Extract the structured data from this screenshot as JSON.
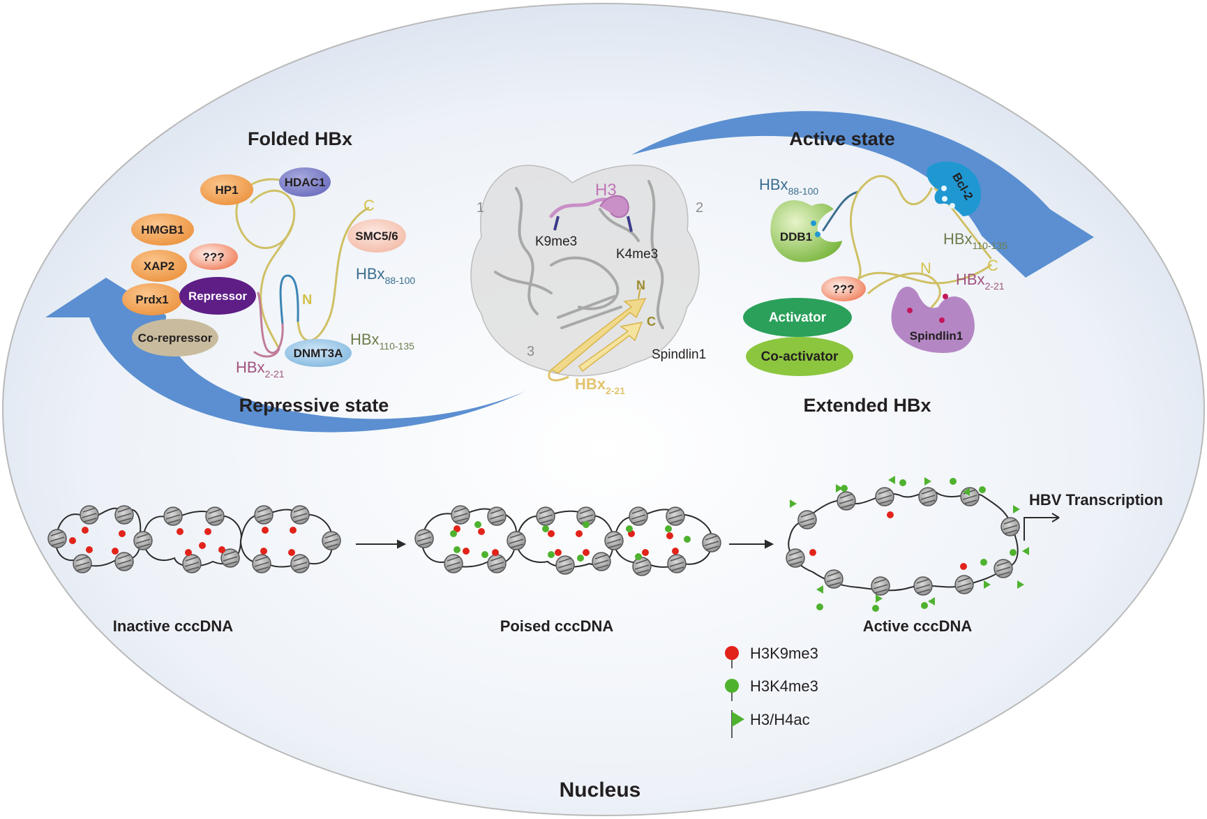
{
  "headings": {
    "folded": "Folded HBx",
    "repressive": "Repressive state",
    "active": "Active state",
    "extended": "Extended HBx",
    "nucleus": "Nucleus",
    "transcription": "HBV Transcription"
  },
  "left_proteins": {
    "hp1": "HP1",
    "hdac1": "HDAC1",
    "hmgb1": "HMGB1",
    "xap2": "XAP2",
    "unknown": "???",
    "prdx1": "Prdx1",
    "repressor": "Repressor",
    "corepressor": "Co-repressor",
    "smc56": "SMC5/6",
    "dnmt3a": "DNMT3A"
  },
  "hbx_labels": {
    "base": "HBx",
    "sub_88_100": "88-100",
    "sub_110_135": "110-135",
    "sub_2_21": "2-21",
    "c_term": "C",
    "n_term": "N"
  },
  "structure": {
    "h3": "H3",
    "k9me3": "K9me3",
    "k4me3": "K4me3",
    "spindlin1": "Spindlin1",
    "pocket1": "1",
    "pocket2": "2",
    "pocket3": "3",
    "n": "N",
    "c": "C"
  },
  "right_proteins": {
    "ddb1": "DDB1",
    "bcl2": "Bcl-2",
    "unknown": "???",
    "activator": "Activator",
    "coactivator": "Co-activator",
    "spindlin1": "Spindlin1"
  },
  "cccdna": {
    "inactive": "Inactive cccDNA",
    "poised": "Poised cccDNA",
    "active": "Active cccDNA"
  },
  "legend": {
    "h3k9me3": "H3K9me3",
    "h3k4me3": "H3K4me3",
    "h3h4ac": "H3/H4ac"
  },
  "colors": {
    "arrow_blue": "#5b8fd1",
    "h3k9me3_red": "#e2231a",
    "h3k4me3_green": "#4fb22f",
    "orange": "#f0a04b",
    "repressor_purple": "#5e1e86",
    "activator_green": "#2aa05a",
    "coactivator_green": "#8cc63f",
    "bcl2_blue": "#1f98d2",
    "spindlin_purple": "#b487c4"
  }
}
